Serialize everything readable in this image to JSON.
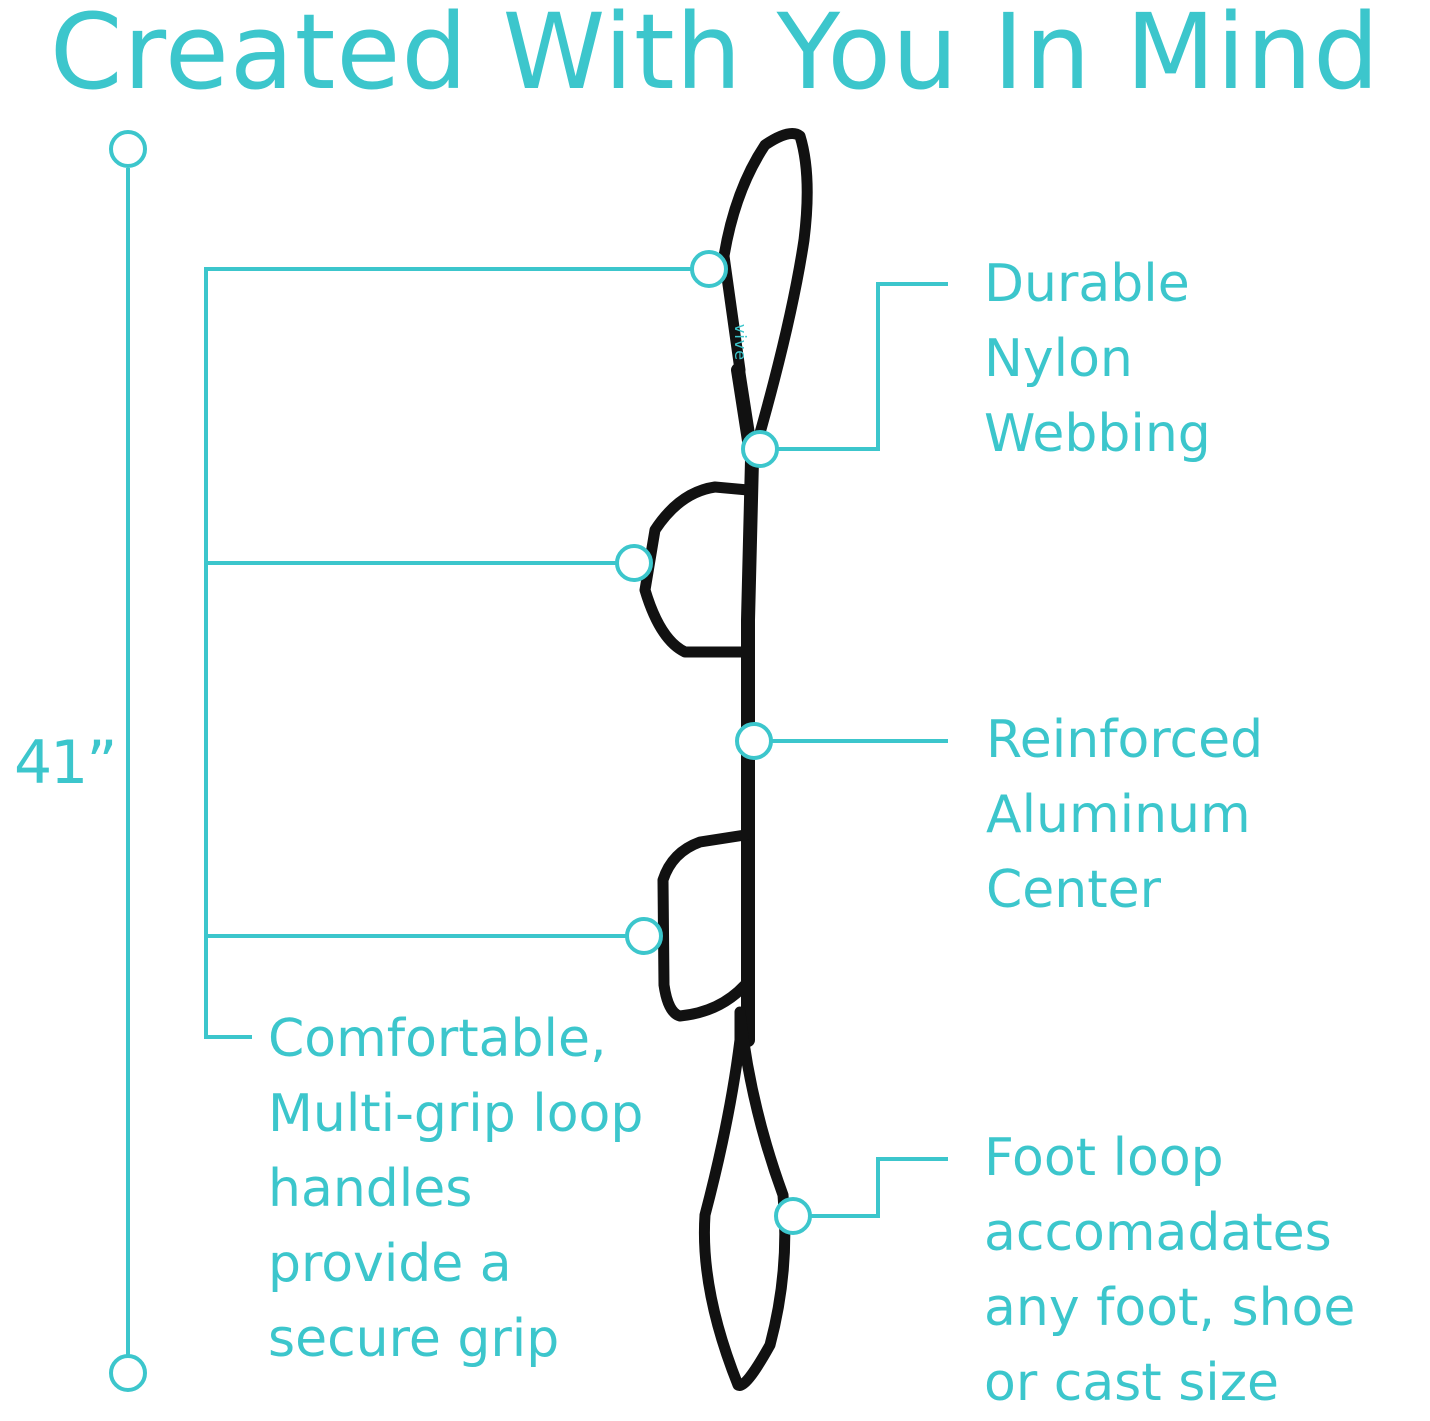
{
  "theme": {
    "accent": "#3cc6cc",
    "strap": "#111111",
    "background": "#ffffff"
  },
  "title": "Created With You In Mind",
  "length_label": "41”",
  "brand_mark": "vive",
  "callouts": {
    "webbing": [
      "Durable",
      "Nylon",
      "Webbing"
    ],
    "center": [
      "Reinforced",
      "Aluminum",
      "Center"
    ],
    "handles": [
      "Comfortable,",
      "Multi-grip loop",
      "handles",
      "provide a",
      "secure grip"
    ],
    "foot_loop": [
      "Foot loop",
      "accomadates",
      "any foot, shoe",
      "or cast size"
    ]
  }
}
